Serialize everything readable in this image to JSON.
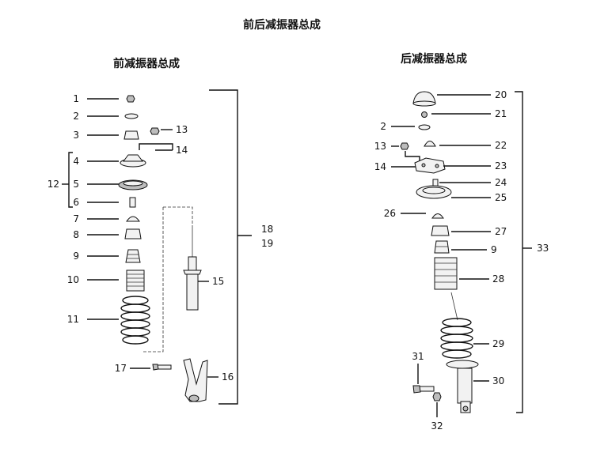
{
  "title": "前后减振器总成",
  "front": {
    "title": "前减振器总成",
    "labels": [
      "1",
      "2",
      "3",
      "4",
      "5",
      "6",
      "7",
      "8",
      "9",
      "10",
      "11",
      "12",
      "13",
      "14",
      "15",
      "16",
      "17",
      "18",
      "19"
    ]
  },
  "rear": {
    "title": "后减振器总成",
    "labels": [
      "20",
      "21",
      "2",
      "22",
      "13",
      "14",
      "23",
      "24",
      "25",
      "26",
      "27",
      "9",
      "28",
      "29",
      "30",
      "31",
      "32",
      "33"
    ]
  }
}
